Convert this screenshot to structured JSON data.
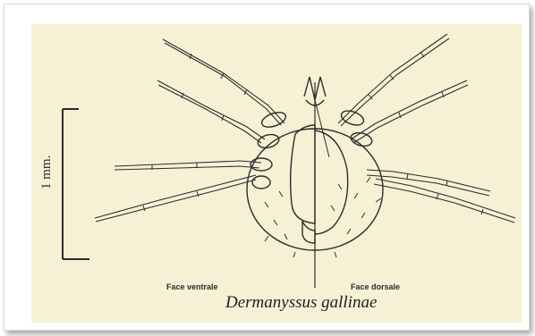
{
  "figure": {
    "scale_label": "1 mm.",
    "ventral_label": "Face ventrale",
    "dorsal_label": "Face dorsale",
    "species_name": "Dermanyssus gallinae"
  },
  "colors": {
    "background": "#f6f1d5",
    "ink": "#2b2b2b"
  }
}
